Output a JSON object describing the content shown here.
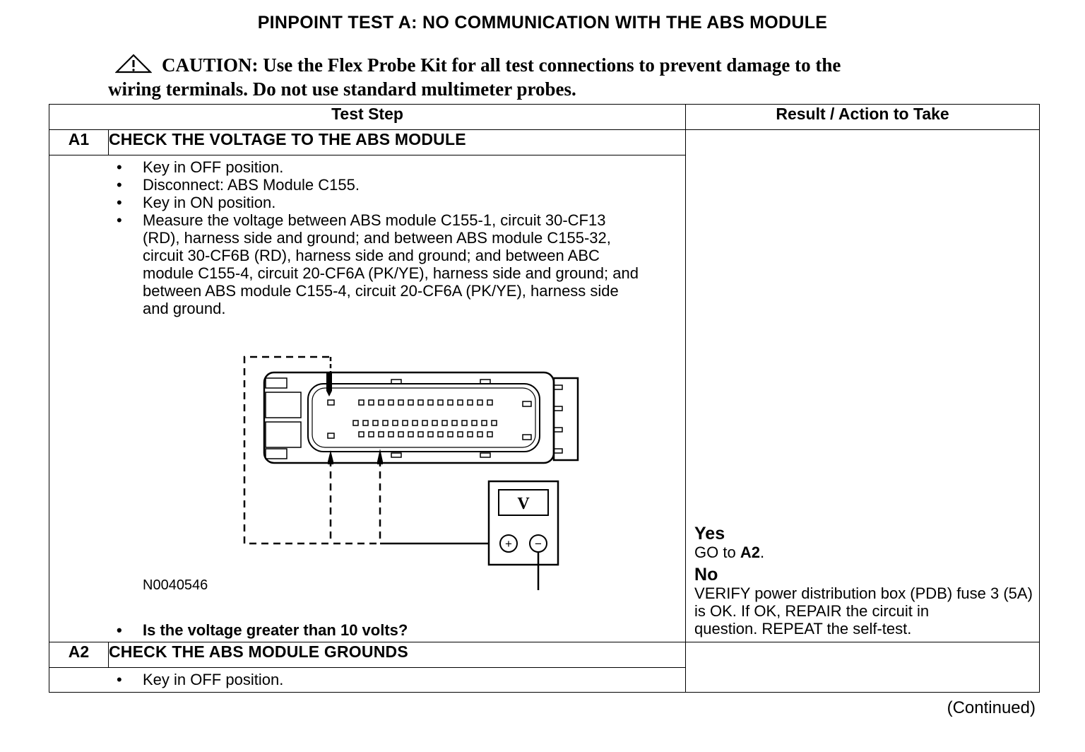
{
  "title": "PINPOINT TEST  A: NO COMMUNICATION WITH THE ABS MODULE",
  "caution": {
    "icon": "warning-triangle-icon",
    "line1": "CAUTION: Use the Flex Probe Kit for all test connections to prevent damage to the",
    "line2": "wiring terminals. Do not use standard multimeter probes."
  },
  "table": {
    "header_step": "Test Step",
    "header_result": "Result / Action to Take",
    "steps": [
      {
        "id": "A1",
        "name": "CHECK THE VOLTAGE TO THE ABS MODULE",
        "bullets": [
          "Key in OFF position.",
          "Disconnect: ABS Module C155.",
          "Key in ON position.",
          "Measure the voltage between ABS module C155-1, circuit 30-CF13 (RD), harness side and ground; and between ABS module C155-32, circuit 30-CF6B (RD), harness side and ground; and between  ABC module C155-4, circuit 20-CF6A (PK/YE), harness side and ground; and between ABS module C155-4, circuit 20-CF6A (PK/YE), harness side and ground."
        ],
        "figure_id": "N0040546",
        "meter_label": "V",
        "meter_plus": "+",
        "meter_minus": "−",
        "question": "Is the voltage greater than 10 volts?",
        "result": {
          "yes_label": "Yes",
          "yes_pre": "GO to ",
          "yes_target": "A2",
          "yes_post": ".",
          "no_label": "No",
          "no_text1": "VERIFY power distribution box (PDB) fuse 3 (5A) is OK. If OK, REPAIR the circuit in",
          "no_text2": "question. REPEAT the self-test."
        }
      },
      {
        "id": "A2",
        "name": "CHECK THE ABS MODULE GROUNDS",
        "bullets": [
          "Key in OFF position."
        ]
      }
    ]
  },
  "continued": "(Continued)"
}
